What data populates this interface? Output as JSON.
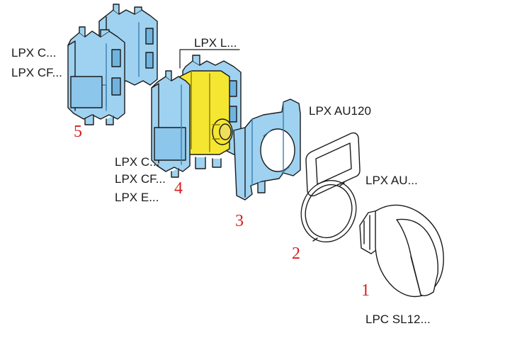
{
  "labels": {
    "block5_line1": "LPX C...",
    "block5_line2": "LPX CF...",
    "block4_top": "LPX L...",
    "block4_line1": "LPX C...",
    "block4_line2": "LPX CF...",
    "block4_line3": "LPX E...",
    "holder3": "LPX AU120",
    "ring2": "LPX AU...",
    "head1": "LPC SL12..."
  },
  "numbers": {
    "n1": "1",
    "n2": "2",
    "n3": "3",
    "n4": "4",
    "n5": "5"
  },
  "colors": {
    "contact_block": "#9fd2f0",
    "contact_block_dark": "#6fb4e0",
    "lamp_body": "#f5e632",
    "outline": "#1a1a1a",
    "index_number": "#d42020"
  }
}
